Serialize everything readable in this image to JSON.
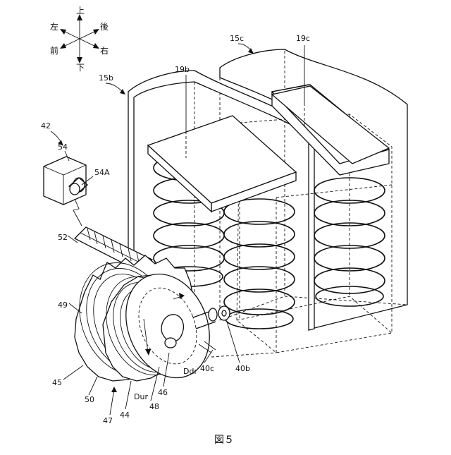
{
  "directions": {
    "up": "上",
    "down": "下",
    "left": "左",
    "right": "右",
    "front": "前",
    "back": "後"
  },
  "labels": {
    "l42": "42",
    "l54": "54",
    "l54a": "54A",
    "l52": "52",
    "l49": "49",
    "l45": "45",
    "l50": "50",
    "l47": "47",
    "l44": "44",
    "l48": "48",
    "l46": "46",
    "ldur": "Dur",
    "lddr": "Ddr",
    "l40c": "40c",
    "l40b": "40b",
    "l15b": "15b",
    "l15c": "15c",
    "l19b": "19b",
    "l19c": "19c"
  },
  "caption": "図５"
}
